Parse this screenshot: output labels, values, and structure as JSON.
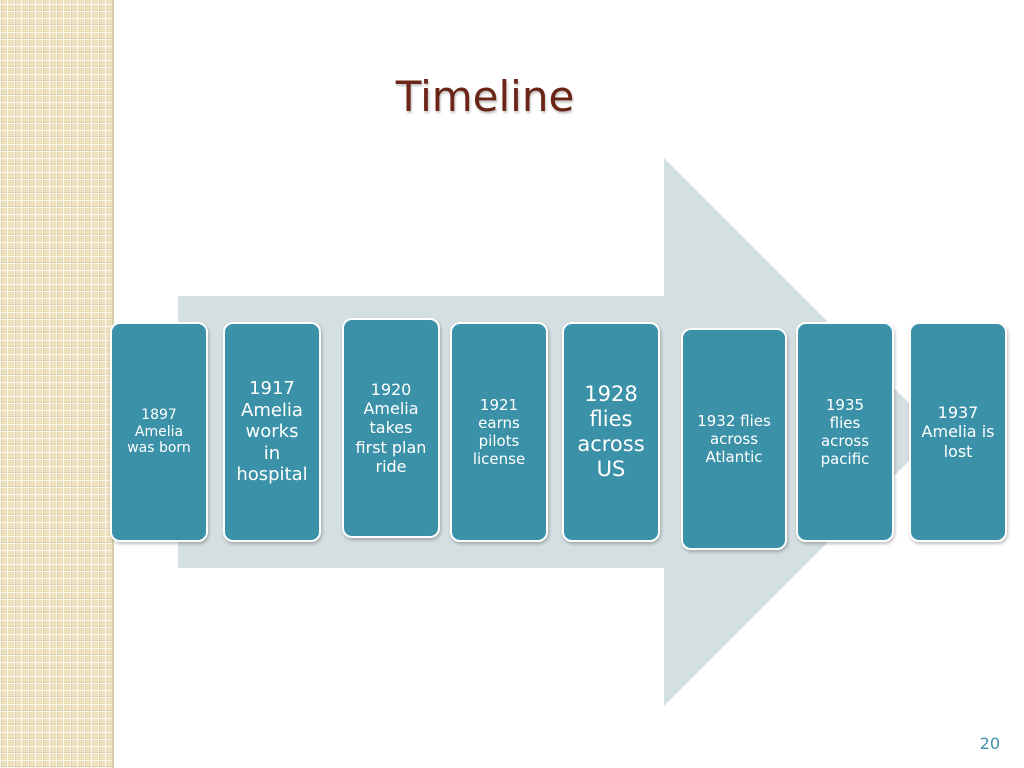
{
  "slide": {
    "title": "Timeline",
    "page_number": "20"
  },
  "colors": {
    "box_fill": "#3b91a7",
    "arrow_fill": "#d4dfe1",
    "title_color": "#6b2516",
    "side_pattern": "#ece0bd"
  },
  "events": [
    {
      "text": "1897\nAmelia\nwas born"
    },
    {
      "text": "1917\nAmelia\nworks\nin\nhospital"
    },
    {
      "text": "1920\nAmelia\ntakes\nfirst plan\nride"
    },
    {
      "text": "1921\nearns\npilots\nlicense"
    },
    {
      "text": "1928\nflies\nacross\nUS"
    },
    {
      "text": "1932 flies\nacross\nAtlantic"
    },
    {
      "text": "1935\nflies\nacross\npacific"
    },
    {
      "text": "1937\nAmelia is\nlost"
    }
  ]
}
